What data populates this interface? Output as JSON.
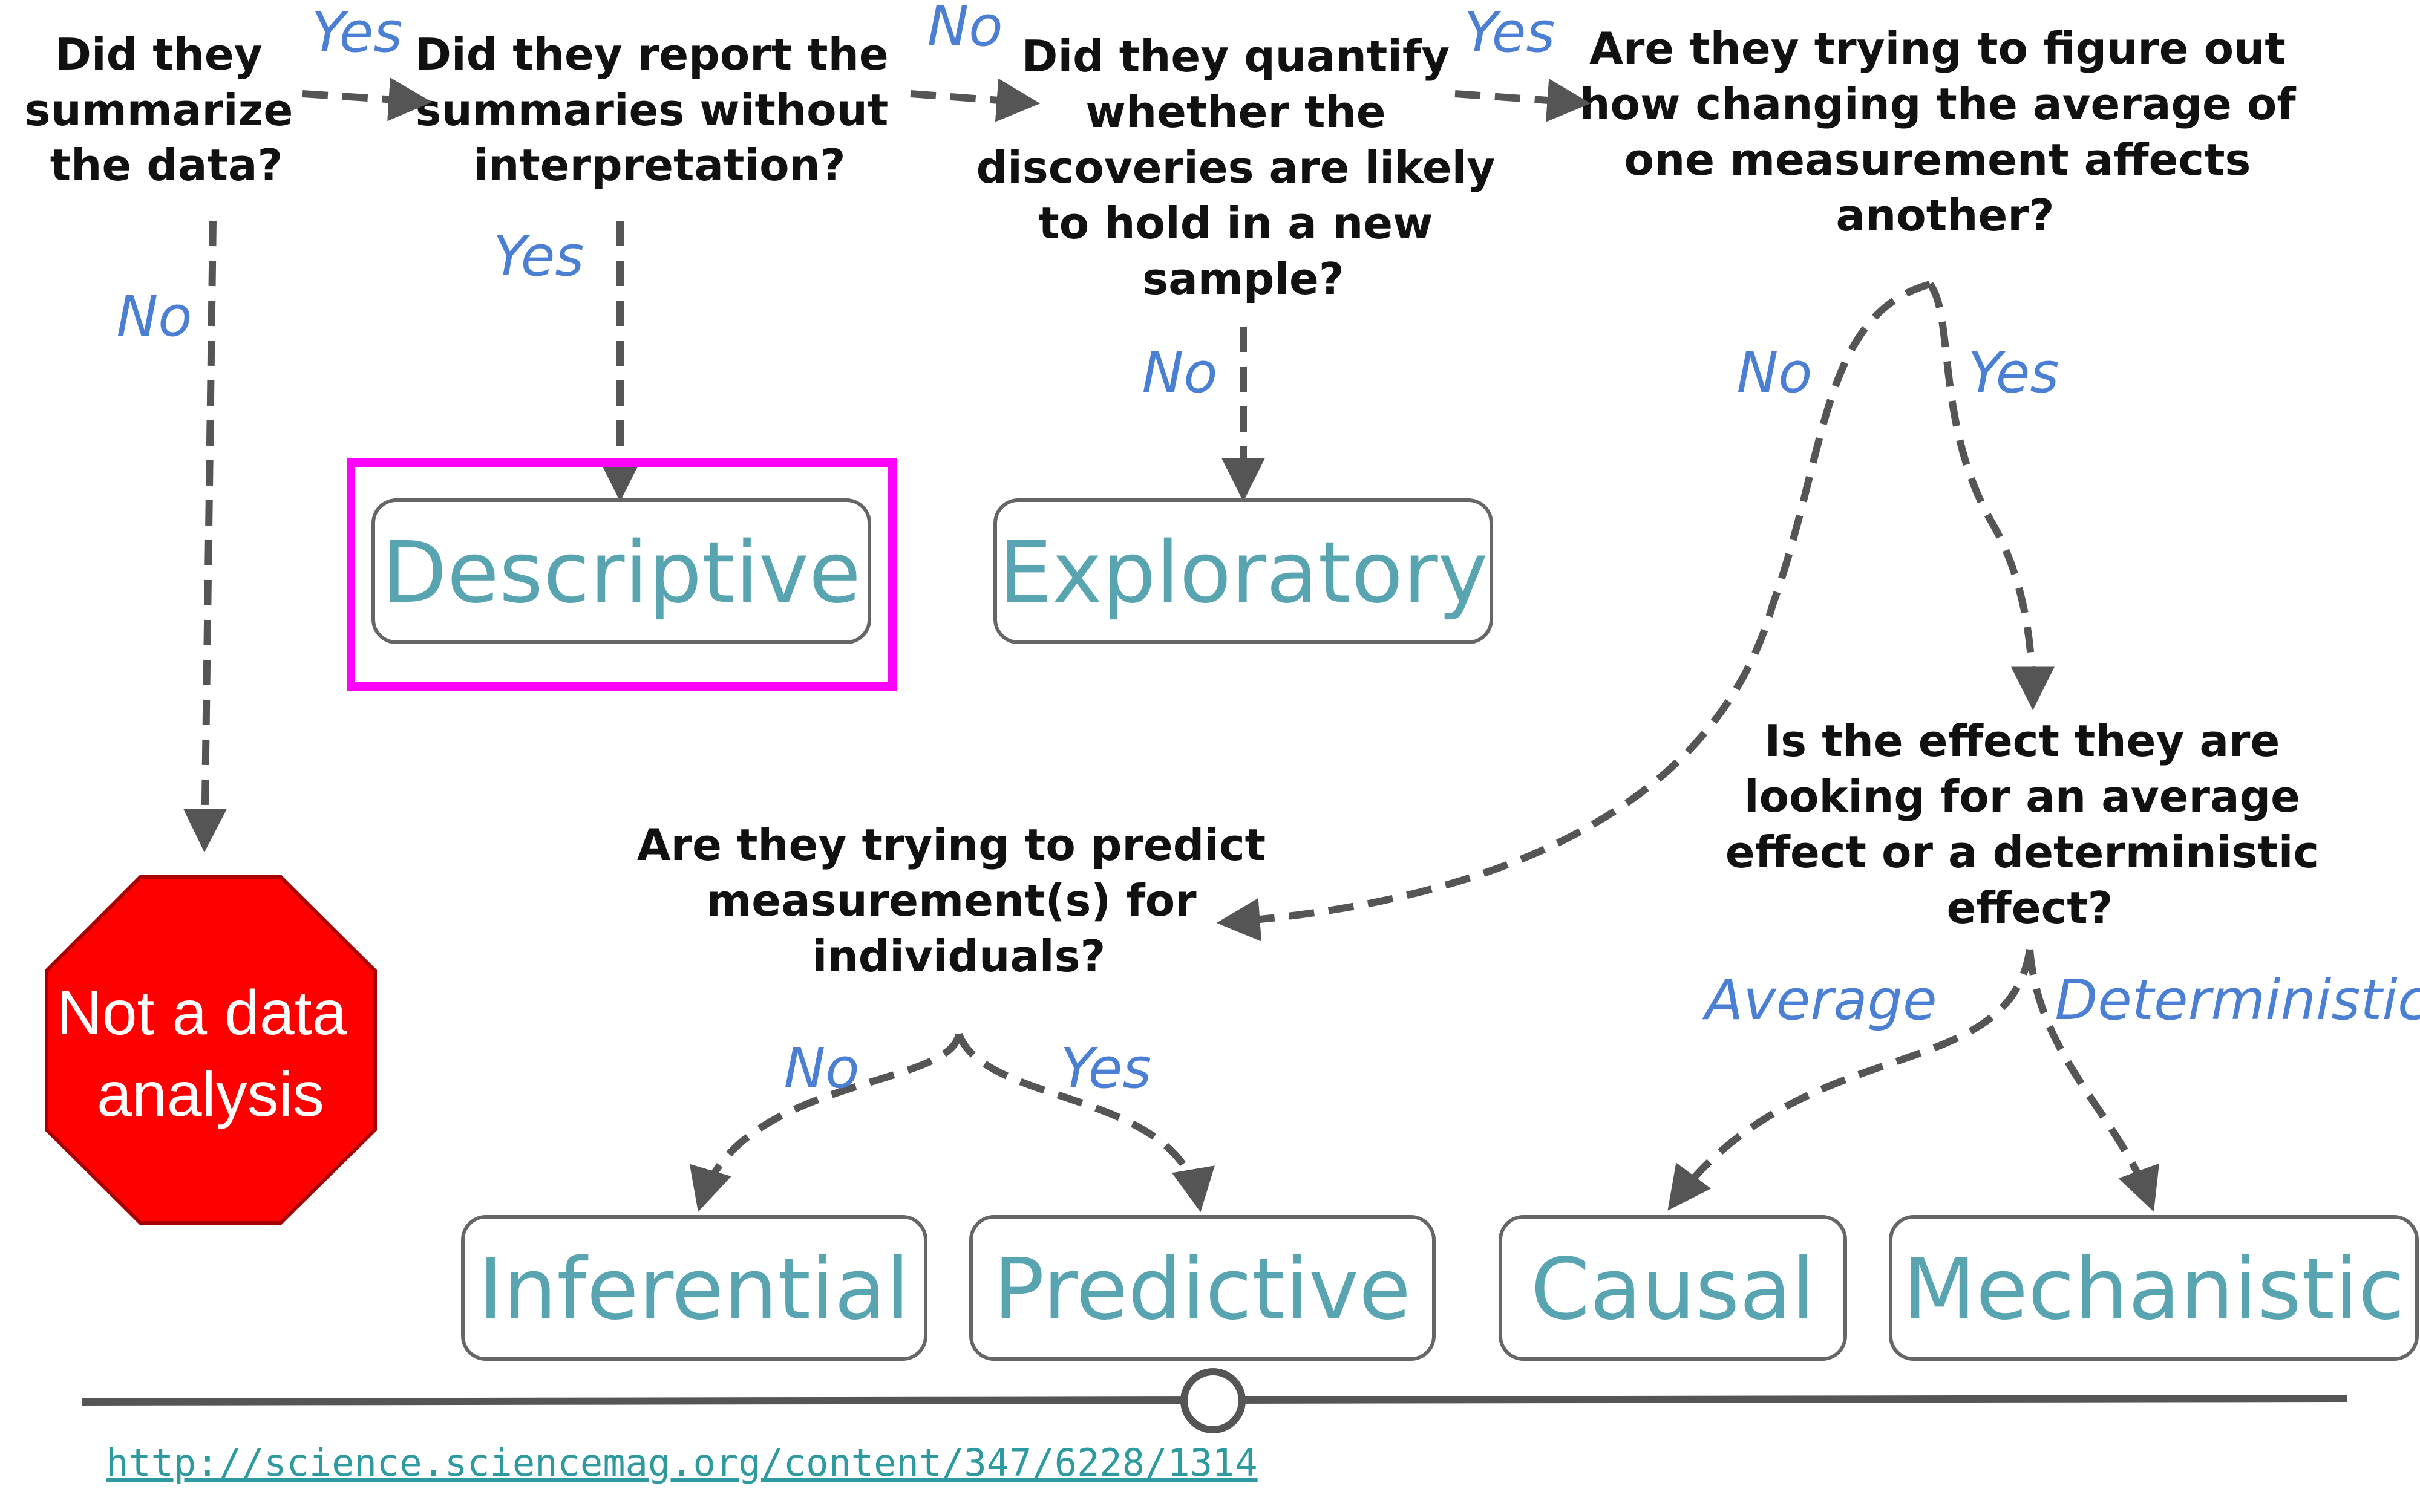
{
  "questions": {
    "q1": [
      "Did they",
      "summarize",
      "the data?"
    ],
    "q2": [
      "Did they report the",
      "summaries without",
      "interpretation?"
    ],
    "q3": [
      "Did they quantify",
      "whether the",
      "discoveries are likely",
      "to hold in a new",
      "sample?"
    ],
    "q4": [
      "Are they trying to figure out",
      "how changing the average of",
      "one measurement affects",
      "another?"
    ],
    "q5": [
      "Is the effect they are",
      "looking for an average",
      "effect or a deterministic",
      "effect?"
    ],
    "q6": [
      "Are they trying to predict",
      "measurement(s) for",
      "individuals?"
    ]
  },
  "edge_labels": {
    "q1_yes": "Yes",
    "q1_no": "No",
    "q2_no": "No",
    "q2_yes": "Yes",
    "q3_yes": "Yes",
    "q3_no": "No",
    "q4_no": "No",
    "q4_yes": "Yes",
    "q5_average": "Average",
    "q5_deterministic": "Deterministic",
    "q6_no": "No",
    "q6_yes": "Yes"
  },
  "outcomes": {
    "descriptive": "Descriptive",
    "exploratory": "Exploratory",
    "inferential": "Inferential",
    "predictive": "Predictive",
    "causal": "Causal",
    "mechanistic": "Mechanistic"
  },
  "stop_sign": [
    "Not a data",
    "analysis"
  ],
  "source_link": "http://science.sciencemag.org/content/347/6228/1314",
  "colors": {
    "question_text": "#111111",
    "edge_label": "#4a7fd4",
    "outcome_text": "#58a4b0",
    "highlight": "#ff00ff",
    "stop_fill": "#ff0000",
    "arrow": "#555555",
    "link": "#2e9aa0"
  }
}
